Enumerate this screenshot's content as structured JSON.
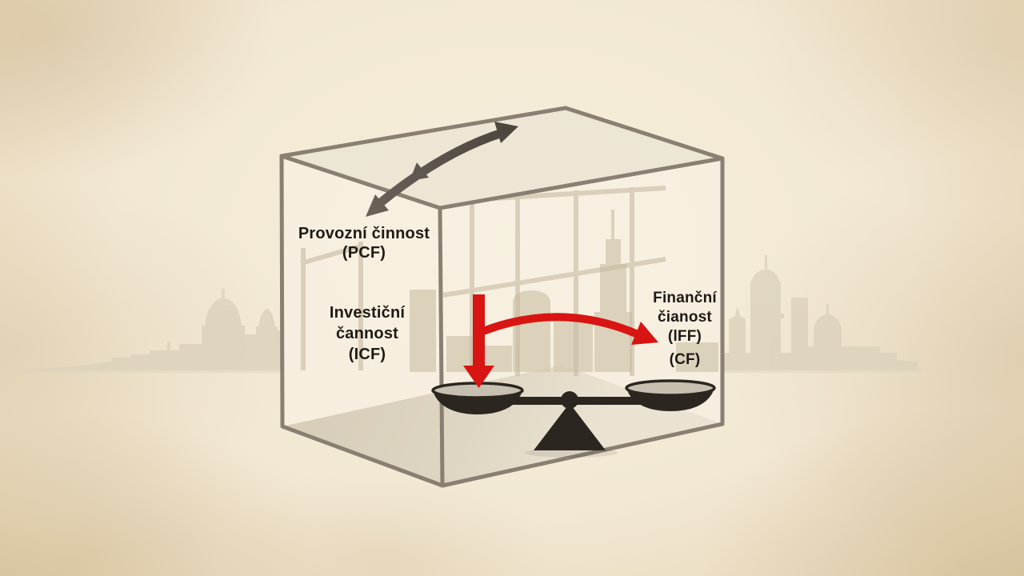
{
  "labels": {
    "operating": {
      "line1": "Provozní činnost",
      "line2": "(PCF)"
    },
    "investing": {
      "line1": "Investiční",
      "line2": "čannost",
      "line3": "(ICF)"
    },
    "financing": {
      "line1": "Finanční",
      "line2": "čianost",
      "line3": "(lFF)"
    },
    "cf": {
      "line1": "(CF)"
    }
  },
  "icons": {
    "top_arrow": "curved-double-headed-exchange-arrow",
    "down_arrow": "red-down-arrow",
    "transfer_arrow": "red-curved-right-arrow",
    "scale": "balance-scale"
  },
  "colors": {
    "parchment": "#f2e8d3",
    "box_edge": "#847a6e",
    "accent_red": "#d81512",
    "arrow_dark": "#57504a",
    "scale_dark": "#2c2620",
    "pan_surface": "#c7bfb0",
    "skyline": "#ddd3bd",
    "text": "#1e1a14"
  }
}
